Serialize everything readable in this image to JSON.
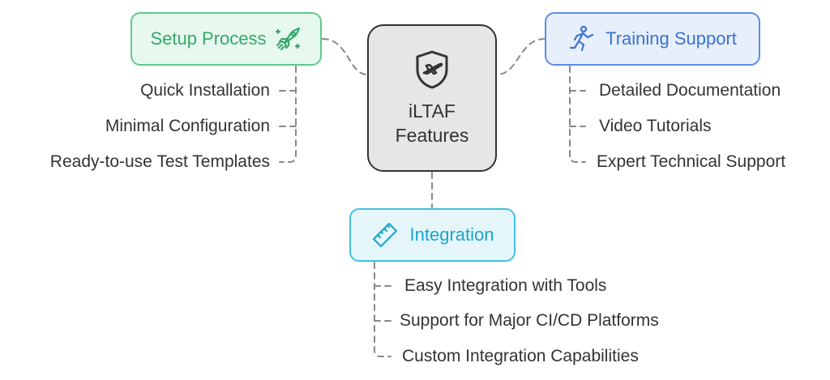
{
  "center": {
    "title_line1": "iLTAF",
    "title_line2": "Features",
    "icon": "shield-airplane-icon"
  },
  "setup": {
    "label": "Setup Process",
    "icon": "rocket-icon",
    "color": "#5fca8e",
    "items": [
      "Quick Installation",
      "Minimal Configuration",
      "Ready-to-use Test Templates"
    ]
  },
  "training": {
    "label": "Training Support",
    "icon": "running-person-icon",
    "color": "#5a8ee6",
    "items": [
      "Detailed Documentation",
      "Video Tutorials",
      "Expert Technical Support"
    ]
  },
  "integration": {
    "label": "Integration",
    "icon": "ruler-icon",
    "color": "#42c0e0",
    "items": [
      "Easy Integration with Tools",
      "Support for Major CI/CD Platforms",
      "Custom Integration Capabilities"
    ]
  }
}
